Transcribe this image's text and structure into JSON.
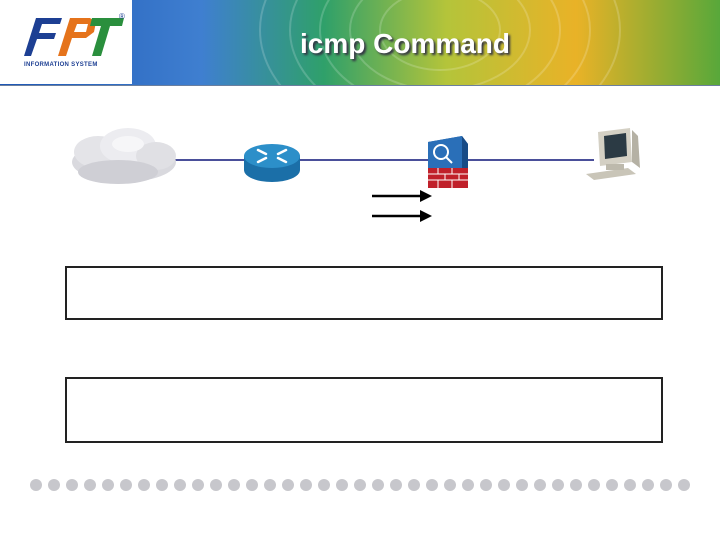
{
  "header": {
    "title": "icmp Command",
    "logo": {
      "text": "FPT",
      "trademark": "®",
      "caption": "INFORMATION SYSTEM"
    }
  },
  "diagram": {
    "devices": [
      {
        "icon": "cloud-icon",
        "label": ""
      },
      {
        "icon": "router-icon",
        "label": ""
      },
      {
        "icon": "firewall-icon",
        "label": ""
      },
      {
        "icon": "workstation-icon",
        "label": ""
      }
    ],
    "arrows": {
      "count": 2,
      "direction": "right"
    },
    "colors": {
      "link": "#4a4f9a",
      "router": "#2c8fc9",
      "firewall_brick": "#c0202a",
      "firewall_body": "#2a6fb8"
    }
  },
  "boxes": [
    {
      "id": "box1",
      "text": ""
    },
    {
      "id": "box2",
      "text": ""
    }
  ],
  "footer": {
    "dot_count": 37,
    "dot_color": "#c7c7cc"
  }
}
